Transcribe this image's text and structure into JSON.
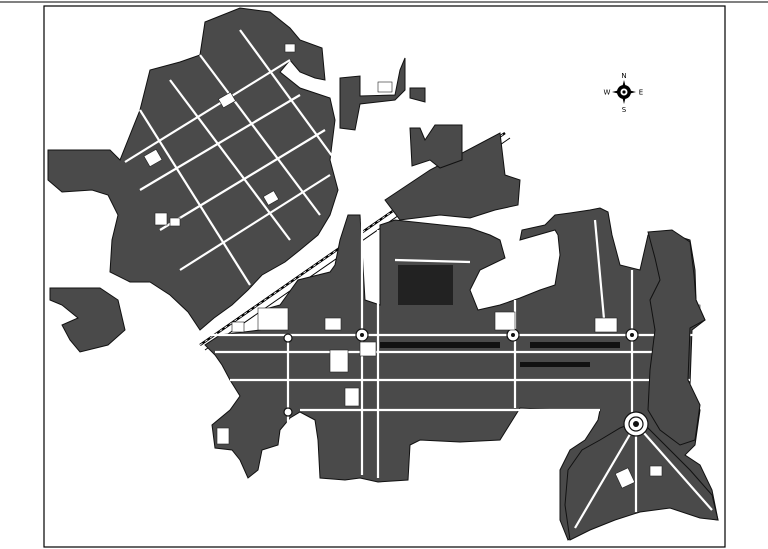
{
  "map": {
    "compass": {
      "north": "N",
      "south": "S",
      "east": "E",
      "west": "W"
    },
    "colors": {
      "background": "#ffffff",
      "parcel_fill": "#4a4a4a",
      "outline": "#111111",
      "street": "#ffffff"
    }
  }
}
